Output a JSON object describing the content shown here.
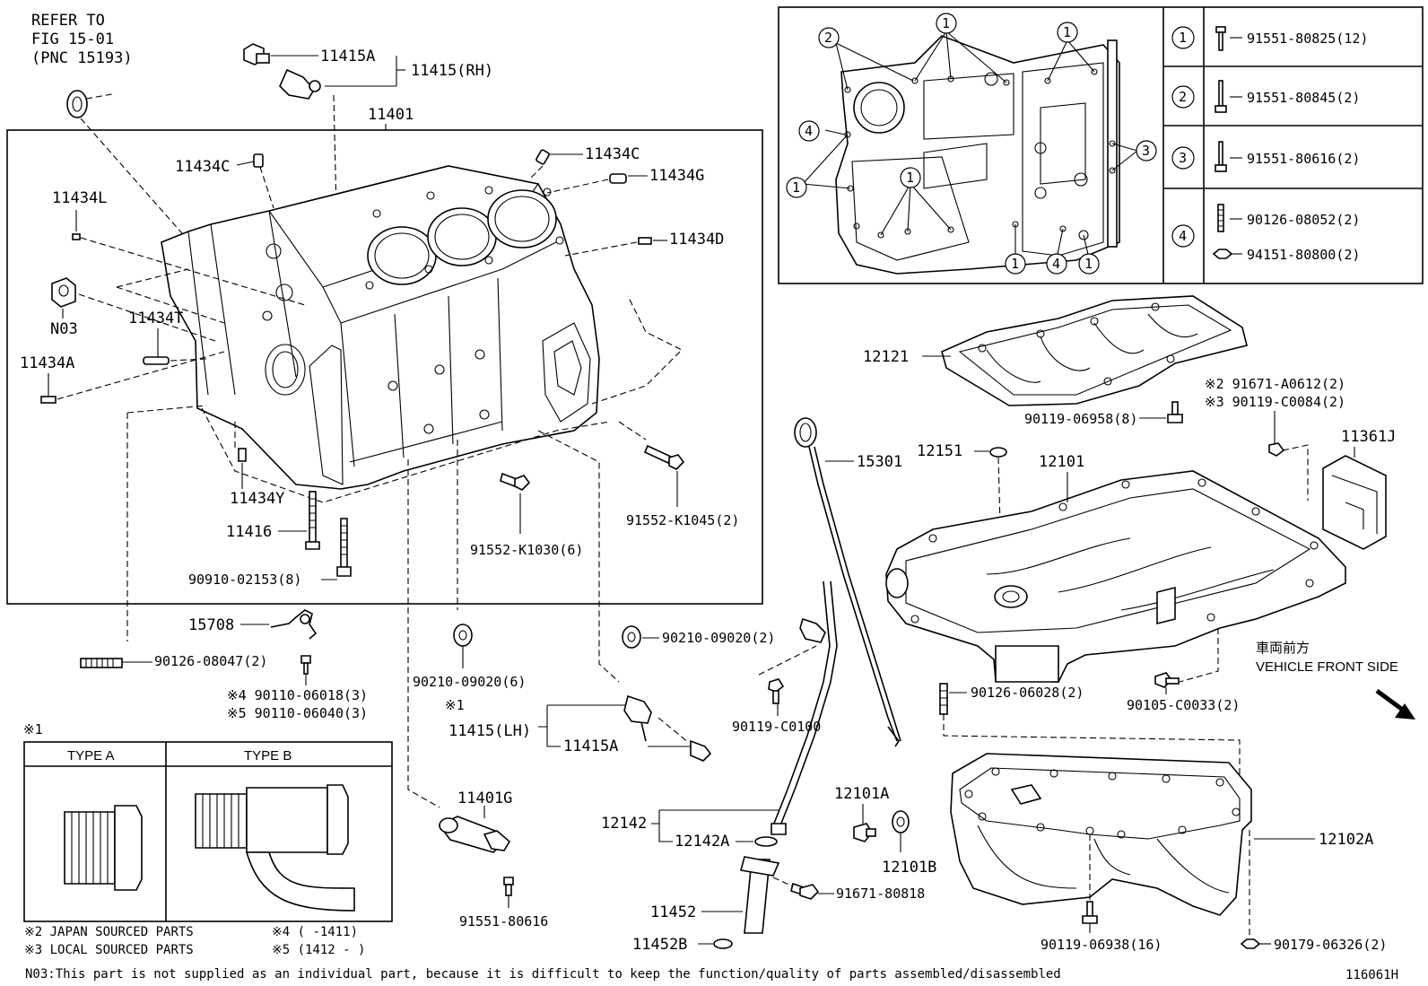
{
  "refer": {
    "line1": "REFER TO",
    "line2": "FIG 15-01",
    "line3": "(PNC 15193)"
  },
  "labels": {
    "p11415A_top": "11415A",
    "p11415RH": "11415(RH)",
    "p11401": "11401",
    "p11434C_left": "11434C",
    "p11434C_right": "11434C",
    "p11434G": "11434G",
    "p11434L": "11434L",
    "p11434D": "11434D",
    "pN03": "N03",
    "p11434T": "11434T",
    "p11434A": "11434A",
    "p11434Y": "11434Y",
    "p11416": "11416",
    "p90910": "90910-02153(8)",
    "p91552K1030": "91552-K1030(6)",
    "p91552K1045": "91552-K1045(2)",
    "p15708": "15708",
    "p90126_08047": "90126-08047(2)",
    "p90110_06018": "※4 90110-06018(3)",
    "p90110_06040": "※5 90110-06040(3)",
    "p90210_6": "90210-09020(6)",
    "p90210_2": "90210-09020(2)",
    "p_star1": "※1",
    "p11415LH": "11415(LH)",
    "p11415A_bot": "11415A",
    "p90119C0100": "90119-C0100",
    "p11401G": "11401G",
    "p91551_80616": "91551-80616",
    "p12142": "12142",
    "p12142A": "12142A",
    "p11452": "11452",
    "p11452B": "11452B",
    "p91671_80818": "91671-80818",
    "p12101A": "12101A",
    "p12101B": "12101B",
    "p15301": "15301",
    "p12151": "12151",
    "p12101": "12101",
    "p12121": "12121",
    "p90119_06958": "90119-06958(8)",
    "p91671A0612": "※2 91671-A0612(2)",
    "p90119C0084": "※3 90119-C0084(2)",
    "p11361J": "11361J",
    "p90126_06028": "90126-06028(2)",
    "p90105C0033": "90105-C0033(2)",
    "p12102A": "12102A",
    "p90119_06938": "90119-06938(16)",
    "p90179_06326": "90179-06326(2)",
    "front_jp": "車両前方",
    "front_en": "VEHICLE FRONT SIDE"
  },
  "type_box": {
    "ref": "※1",
    "type_a": "TYPE A",
    "type_b": "TYPE B"
  },
  "inset_circles": {
    "c1": "1",
    "c2": "2",
    "c3": "3",
    "c4": "4"
  },
  "legend": [
    {
      "num": "1",
      "part": "91551-80825(12)"
    },
    {
      "num": "2",
      "part": "91551-80845(2)"
    },
    {
      "num": "3",
      "part": "91551-80616(2)"
    },
    {
      "num": "4",
      "part": "90126-08052(2)",
      "part2": "94151-80800(2)"
    }
  ],
  "notes": {
    "n2": "※2 JAPAN SOURCED PARTS",
    "n3": "※3 LOCAL SOURCED PARTS",
    "n4": "※4 (      -1411)",
    "n5": "※5 (1412 -     )",
    "n03": "N03:This part is not supplied as an individual part, because it is difficult to keep the function/quality of parts assembled/disassembled",
    "fig": "116061H"
  }
}
